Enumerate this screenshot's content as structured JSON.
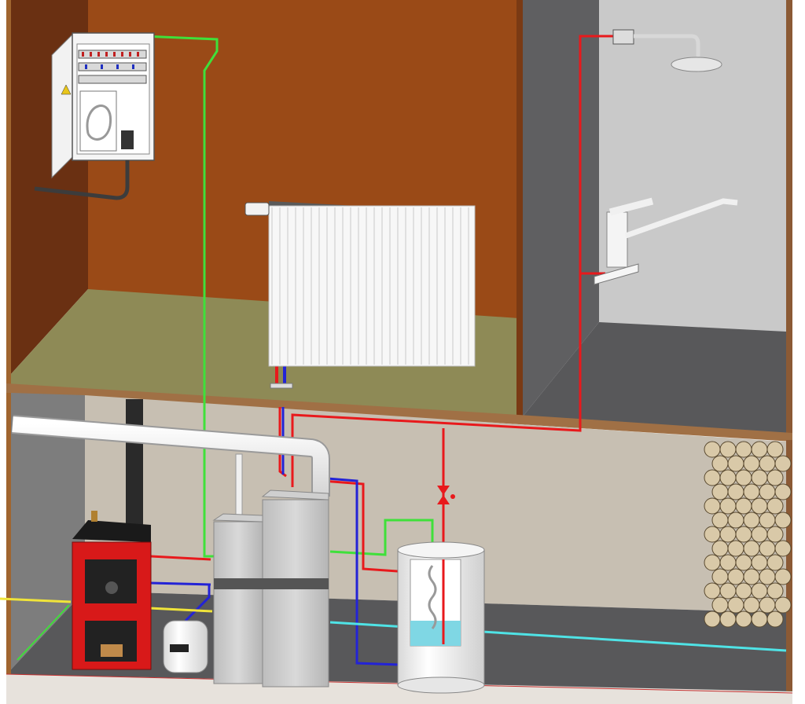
{
  "scene": {
    "floors": [
      "upper-floor",
      "basement"
    ],
    "rooms": [
      "living-room",
      "bathroom",
      "boiler-room"
    ],
    "components": [
      "electrical-panel",
      "radiator",
      "thermostatic-valve",
      "shower-head",
      "sink-faucet",
      "solid-fuel-boiler",
      "expansion-tank",
      "buffer-tank",
      "heat-pump-unit",
      "hot-water-cylinder",
      "three-way-valve",
      "firewood-stack",
      "flue-pipe",
      "chimney"
    ]
  },
  "colors": {
    "hot_water_pipe": "#e8191c",
    "cold_return_pipe": "#2323d6",
    "control_cable": "#3fe03a",
    "cold_water_main": "#4fe3e6",
    "gas_line": "#f0e43a",
    "wall_orange": "#9a4a17",
    "wall_dark": "#6a3012",
    "floor_olive": "#8e8a56",
    "bathroom_wall": "#c9c9c9",
    "basement_wall": "#c7bfb2",
    "basement_floor": "#58585a",
    "boiler_red": "#d81919"
  },
  "labels": {
    "expansion_tank_label": ""
  }
}
